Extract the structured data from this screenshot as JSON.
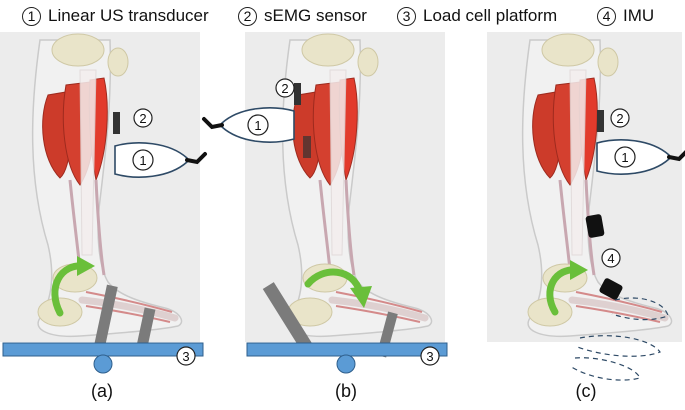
{
  "legend": [
    {
      "number": "1",
      "label": "Linear US transducer"
    },
    {
      "number": "2",
      "label": "sEMG sensor"
    },
    {
      "number": "3",
      "label": "Load cell platform"
    },
    {
      "number": "4",
      "label": "IMU"
    }
  ],
  "panels": [
    {
      "label": "(a)",
      "markers": [
        "1",
        "2",
        "3"
      ]
    },
    {
      "label": "(b)",
      "markers": [
        "1",
        "2",
        "3"
      ]
    },
    {
      "label": "(c)",
      "markers": [
        "1",
        "2",
        "4"
      ]
    }
  ],
  "colors": {
    "muscle": "#cc3b2a",
    "muscle_bright": "#ee2e22",
    "bone": "#e9e4c9",
    "platform": "#5b9bd5",
    "strap": "#7b7b7b",
    "arrow": "#6abf3a",
    "transducer_outline": "#2e4a66",
    "imu": "#111111",
    "panel_background": "#ececec"
  },
  "icons": [
    "linear-us-transducer-icon",
    "semg-sensor-icon",
    "load-cell-platform-icon",
    "imu-icon",
    "rotation-arrow-icon"
  ]
}
